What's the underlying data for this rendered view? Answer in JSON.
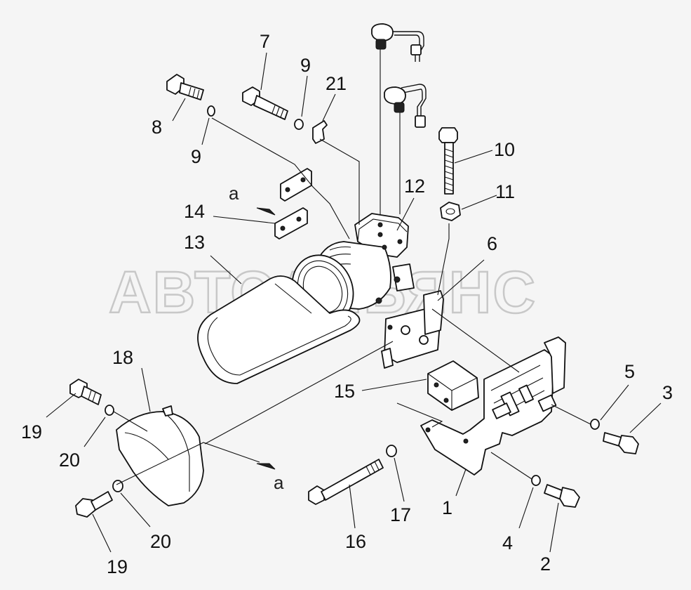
{
  "watermark": "АВТОАЛЬЯНС",
  "view_marker": "a",
  "callouts": {
    "c1": "1",
    "c2": "2",
    "c3": "3",
    "c4": "4",
    "c5": "5",
    "c6": "6",
    "c7": "7",
    "c8": "8",
    "c9a": "9",
    "c9b": "9",
    "c10": "10",
    "c11": "11",
    "c12": "12",
    "c13": "13",
    "c14": "14",
    "c15": "15",
    "c16": "16",
    "c17": "17",
    "c18": "18",
    "c19a": "19",
    "c19b": "19",
    "c20a": "20",
    "c20b": "20",
    "c21": "21"
  }
}
